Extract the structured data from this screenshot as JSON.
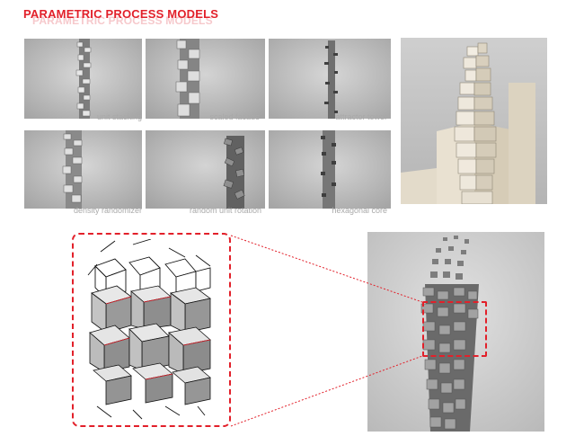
{
  "title": "PARAMETRIC PROCESS MODELS",
  "title_ghost": "PARAMETRIC PROCESS MODELS",
  "colors": {
    "accent": "#e2202a",
    "caption": "#a9a9a9",
    "render_bg": "#bcbcbc"
  },
  "thumbnails": [
    {
      "caption": "unit stacking"
    },
    {
      "caption": "scaled facade"
    },
    {
      "caption": "attractor tower"
    },
    {
      "caption": "density randomizer"
    },
    {
      "caption": "random unit rotation"
    },
    {
      "caption": "hexagonal core"
    }
  ]
}
